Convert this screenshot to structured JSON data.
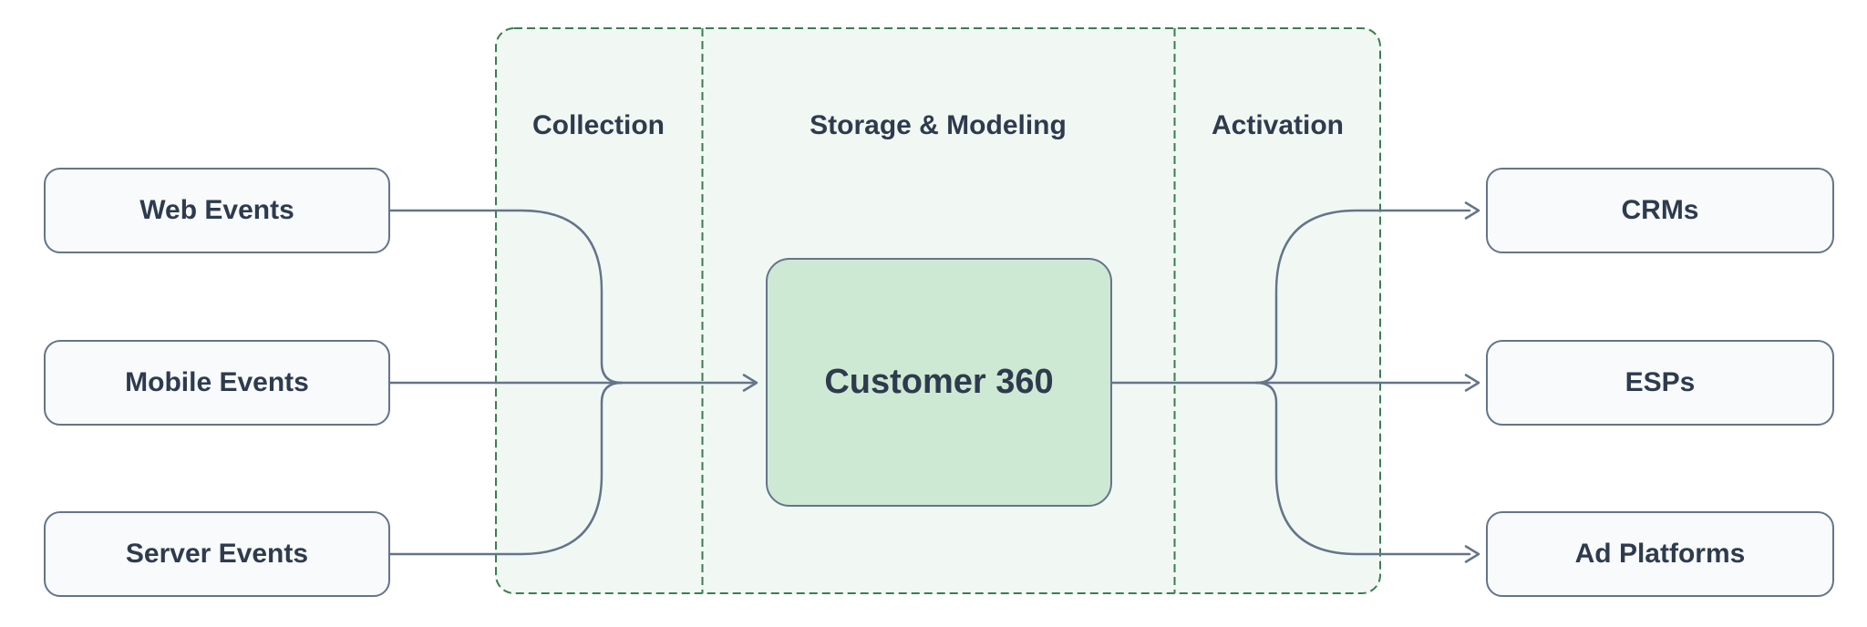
{
  "sources": [
    {
      "label": "Web Events"
    },
    {
      "label": "Mobile Events"
    },
    {
      "label": "Server Events"
    }
  ],
  "pipeline": {
    "sections": [
      {
        "label": "Collection"
      },
      {
        "label": "Storage & Modeling"
      },
      {
        "label": "Activation"
      }
    ],
    "hub": {
      "label": "Customer 360"
    }
  },
  "destinations": [
    {
      "label": "CRMs"
    },
    {
      "label": "ESPs"
    },
    {
      "label": "Ad Platforms"
    }
  ],
  "colors": {
    "canvas-bg": "#ffffff",
    "node-fill": "#f8fafc",
    "node-border": "#64748b",
    "node-text": "#2e3b4e",
    "hub-fill": "#cee9d3",
    "pipeline-fill": "#f1f8f3",
    "pipeline-border": "#3c7d52",
    "connector": "#64748b"
  }
}
